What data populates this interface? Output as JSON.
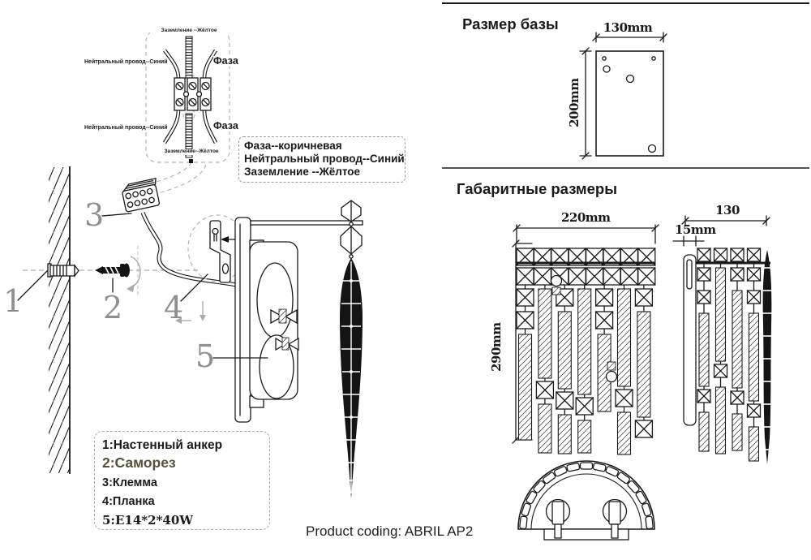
{
  "wiring_diagram": {
    "ground_top_label": "Заземление --Жёлтое",
    "neutral_top_label": "Нейтральный провод--Синий",
    "phase_top_label": "Фаза",
    "neutral_bottom_label": "Нейтральный провод--Синий",
    "phase_bottom_label": "Фаза",
    "ground_bottom_label": "Заземление--Жёлтое",
    "color_legend": {
      "line1": "Фаза--коричневая",
      "line2": "Нейтральный провод--Синий",
      "line3": "Заземление --Жёлтое"
    }
  },
  "installation": {
    "part_numbers": {
      "n1": "1",
      "n2": "2",
      "n3": "3",
      "n4": "4",
      "n5": "5"
    }
  },
  "parts_list": {
    "item1": "1:Настенный анкер",
    "item2": "2:Саморез",
    "item3": "3:Клемма",
    "item4": "4:Планка",
    "item5": "5:E14*2*40W"
  },
  "base_size": {
    "title": "Размер базы",
    "width_label": "130mm",
    "height_label": "200mm"
  },
  "overall_dimensions": {
    "title": "Габаритные размеры",
    "front_width_label": "220mm",
    "front_height_label": "290mm",
    "side_width_label": "130",
    "side_depth_label": "15mm"
  },
  "footer": {
    "product_coding": "Product coding: ABRIL AP2"
  },
  "colors": {
    "ink": "#1a1a1a",
    "muted_number": "#8f8f8f"
  }
}
